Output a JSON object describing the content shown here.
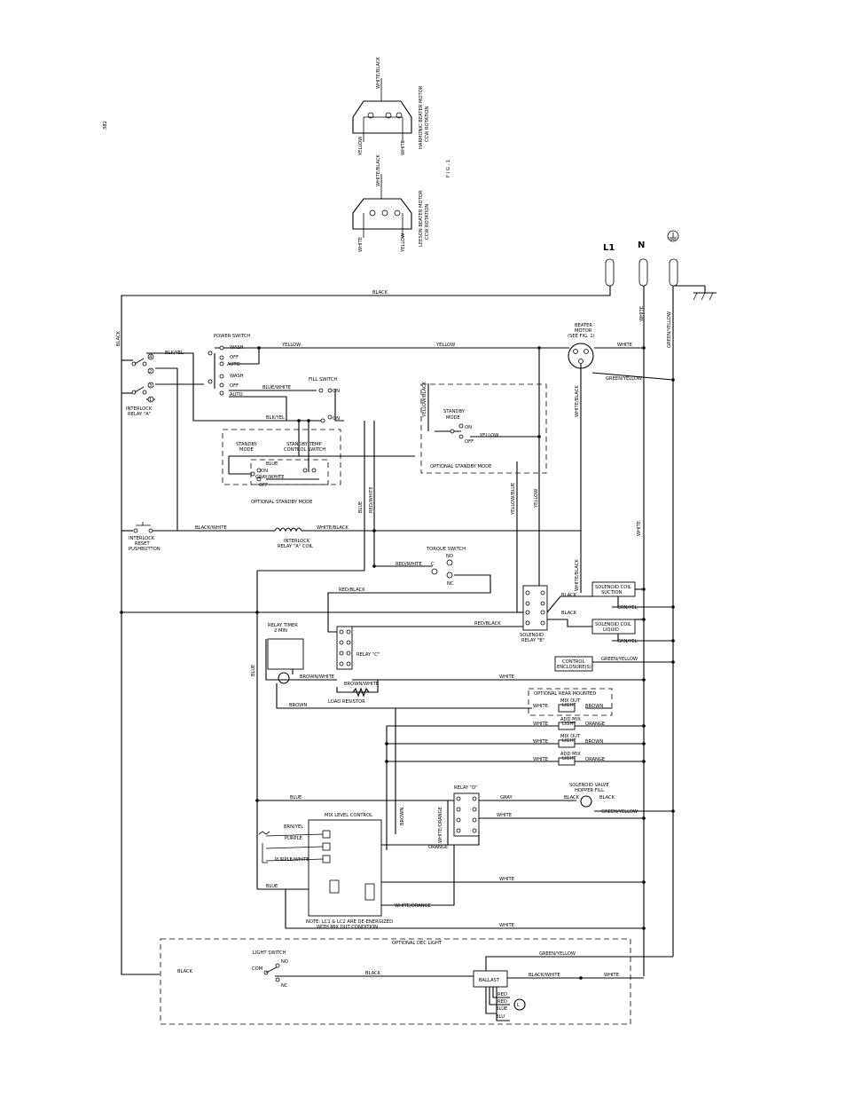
{
  "page_number": "382",
  "fig_label": "F I G .  1",
  "fig1": {
    "motor_a": {
      "top": "WHITE/BLACK",
      "left": "YELLOW",
      "right": "WHITE",
      "caption1": "HARMONIC BEATER MOTOR",
      "caption2": "CCW ROTATION"
    },
    "motor_b": {
      "top": "WHITE/BLACK",
      "left": "WHITE",
      "right": "YELLOW",
      "caption1": "LEESON BEATER MOTOR",
      "caption2": "CCW ROTATION"
    }
  },
  "supply": {
    "l1": "L1",
    "n": "N"
  },
  "wires": {
    "black": "BLACK",
    "white": "WHITE",
    "green_yellow": "GREEN/YELLOW",
    "yellow": "YELLOW",
    "blk_yel": "BLK/YEL",
    "blue_white": "BLUE/WHITE",
    "yellow_black": "YELLOW/BLACK",
    "white_black": "WHITE/BLACK",
    "black_white": "BLACK/WHITE",
    "red_white": "RED/WHITE",
    "red_black": "RED/BLACK",
    "blue": "BLUE",
    "yellow_blue": "YELLOW/BLUE",
    "gray_white": "GRAY/WHITE",
    "grn_yel": "GRN/YEL",
    "brown_white": "BROWN/WHITE",
    "brown": "BROWN",
    "orange": "ORANGE",
    "gray": "GRAY",
    "white_orange": "WHITE/ORANGE",
    "brn_yel": "BRN/YEL",
    "purple": "PURPLE",
    "purple_white": "PURPLE/WHITE",
    "red": "RED",
    "blu": "BLU"
  },
  "components": {
    "power_switch": "POWER SWITCH",
    "wash": "WASH",
    "off": "OFF",
    "auto": "AUTO",
    "on": "ON",
    "no": "NO",
    "nc": "NC",
    "c": "C",
    "com": "COM",
    "fill_switch": "FILL SWITCH",
    "interlock_relay_a": [
      "INTERLOCK",
      "RELAY \"A\""
    ],
    "standby_mode": [
      "STANDBY",
      "MODE"
    ],
    "standby_temp": [
      "STANDBY TEMP",
      "CONTROL SWITCH"
    ],
    "optional_standby_mode": "OPTIONAL STANDBY MODE",
    "beater_motor": [
      "BEATER",
      "MOTOR",
      "(SEE FIG. 1)"
    ],
    "interlock_reset": [
      "INTERLOCK",
      "RESET",
      "PUSHBUTTON"
    ],
    "interlock_coil": [
      "INTERLOCK",
      "RELAY \"A\" COIL"
    ],
    "torque_switch": "TORQUE SWITCH",
    "solenoid_relay_b": [
      "SOLENOID",
      "RELAY \"B\""
    ],
    "solenoid_coil_suction": [
      "SOLENOID COIL",
      "SUCTION"
    ],
    "solenoid_coil_liquid": [
      "SOLENOID COIL",
      "LIQUID"
    ],
    "relay_timer": [
      "RELAY TIMER",
      "2 MIN"
    ],
    "relay_c": "RELAY \"C\"",
    "control_enclosure": [
      "CONTROL",
      "ENCLOSURE(S)"
    ],
    "load_resistor": "LOAD RESISTOR",
    "optional_rear_mounted": "OPTIONAL REAR MOUNTED",
    "mix_out_light": [
      "MIX OUT",
      "LIGHT"
    ],
    "add_mix_light": [
      "ADD MIX",
      "LIGHT"
    ],
    "relay_d": "RELAY \"D\"",
    "solenoid_valve": [
      "SOLENOID VALVE",
      "HOPPER FILL"
    ],
    "mix_level_control": "MIX LEVEL CONTROL",
    "mix_level_note": [
      "NOTE: LC1 & LC2 ARE DE-ENERGIZED",
      "WITH MIX OUT CONDITION"
    ],
    "optional_dec_light": "OPTIONAL DEC LIGHT",
    "light_switch": "LIGHT SWITCH",
    "ballast": "BALLAST",
    "lamp": "L"
  },
  "relay_terminals": [
    "4",
    "2",
    "3",
    "1"
  ]
}
